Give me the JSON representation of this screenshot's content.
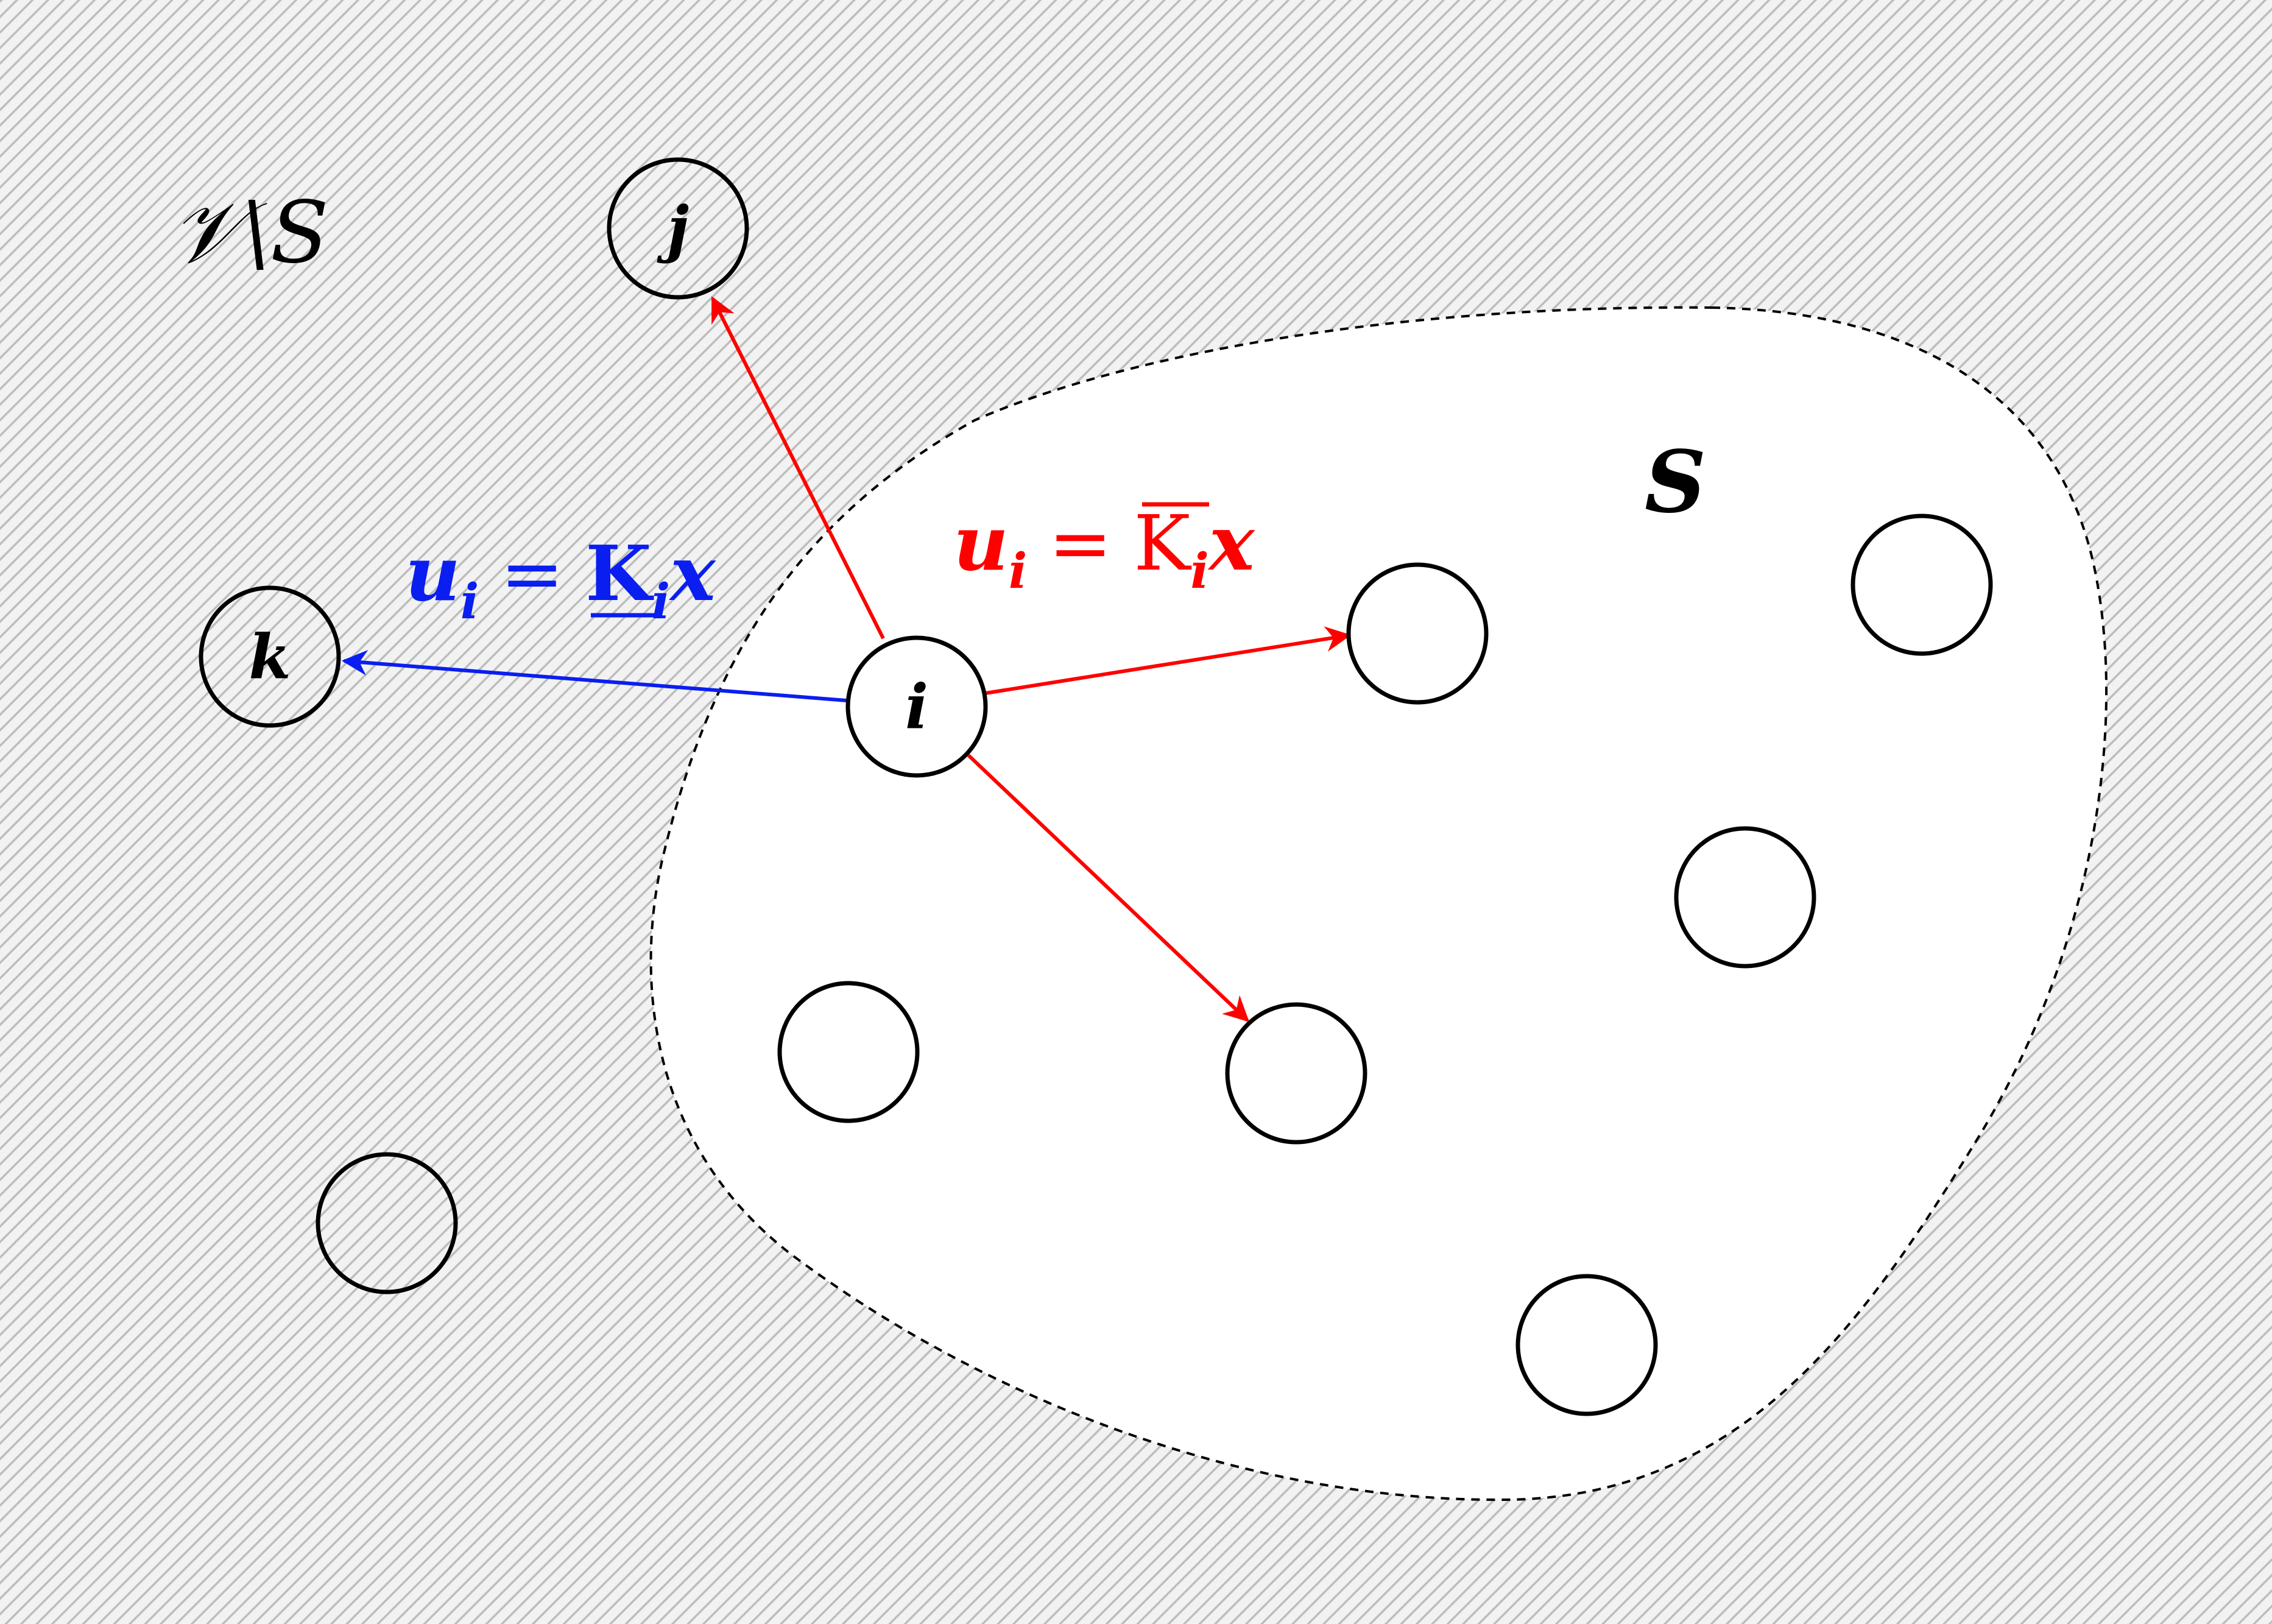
{
  "regions": {
    "outside_label": {
      "calligraphic": "𝒱",
      "rest": "\\S"
    },
    "inside_label": "S"
  },
  "nodes": {
    "i": "i",
    "j": "j",
    "k": "k"
  },
  "formulas": {
    "blue": {
      "u": "u",
      "sub": "i",
      "eq": "=",
      "K": "K",
      "Ksub": "i",
      "x": "x",
      "decoration": "underline"
    },
    "red": {
      "u": "u",
      "sub": "i",
      "eq": "=",
      "K": "K",
      "Ksub": "i",
      "x": "x",
      "decoration": "overline"
    }
  },
  "colors": {
    "blue": "#0a1ef0",
    "red": "#ff0000",
    "hatch_line": "#bdbdbd",
    "background": "#f2f2f2"
  }
}
